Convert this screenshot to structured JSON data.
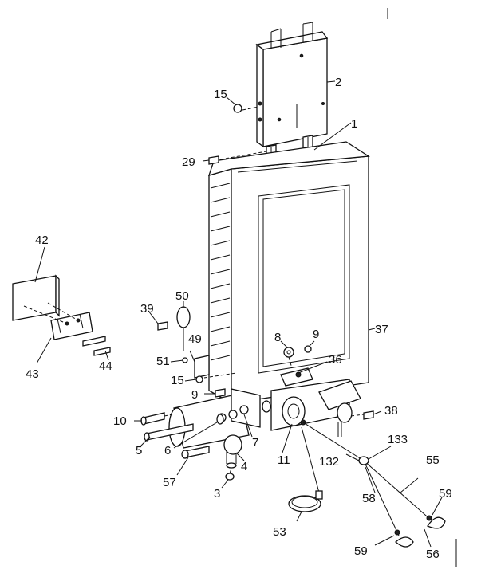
{
  "callouts": {
    "c1": "1",
    "c2": "2",
    "c3": "3",
    "c4": "4",
    "c5": "5",
    "c6": "6",
    "c7": "7",
    "c8": "8",
    "c9a": "9",
    "c9b": "9",
    "c10": "10",
    "c11": "11",
    "c15a": "15",
    "c15b": "15",
    "c29": "29",
    "c36": "36",
    "c37": "37",
    "c38": "38",
    "c39": "39",
    "c42": "42",
    "c43": "43",
    "c44": "44",
    "c49": "49",
    "c50": "50",
    "c51": "51",
    "c53": "53",
    "c55": "55",
    "c56": "56",
    "c57": "57",
    "c58": "58",
    "c59a": "59",
    "c59b": "59",
    "c132": "132",
    "c133": "133"
  }
}
